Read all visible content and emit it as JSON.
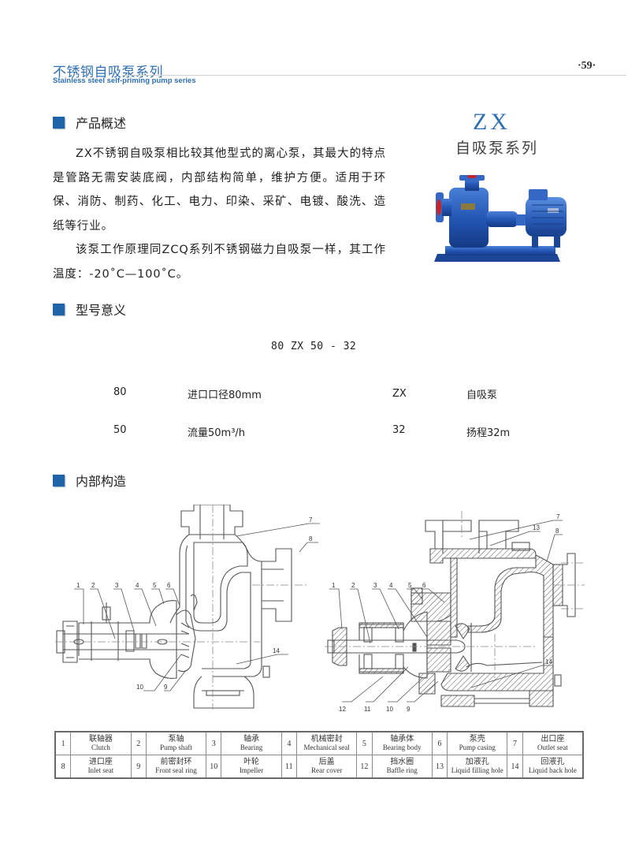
{
  "header": {
    "title_cn": "不锈钢自吸泵系列",
    "title_en": "Stainless steel self-priming pump series",
    "page_number": "·59·"
  },
  "overview": {
    "heading": "产品概述",
    "paragraphs": [
      "ZX不锈钢自吸泵相比较其他型式的离心泵，其最大的特点是管路无需安装底阀，内部结构简单，维护方便。适用于环保、消防、制药、化工、电力、印染、采矿、电镀、酸洗、造纸等行业。",
      "该泵工作原理同ZCQ系列不锈钢磁力自吸泵一样，其工作温度：-20˚C—100˚C。"
    ]
  },
  "product": {
    "code": "ZX",
    "series_name": "自吸泵系列",
    "image_alt": "blue-self-priming-pump-photo"
  },
  "model_meaning": {
    "heading": "型号意义",
    "model_code": "80 ZX 50 - 32",
    "items": [
      {
        "code": "80",
        "meaning": "进口口径80mm"
      },
      {
        "code": "ZX",
        "meaning": "自吸泵"
      },
      {
        "code": "50",
        "meaning": "流量50m³/h"
      },
      {
        "code": "32",
        "meaning": "扬程32m"
      }
    ]
  },
  "structure": {
    "heading": "内部构造",
    "diagram_left_labels": [
      "1",
      "2",
      "3",
      "4",
      "5",
      "6",
      "7",
      "8",
      "10",
      "9",
      "14"
    ],
    "diagram_right_labels": [
      "1",
      "2",
      "3",
      "4",
      "5",
      "6",
      "7",
      "13",
      "8",
      "12",
      "11",
      "10",
      "9",
      "14"
    ]
  },
  "parts_table": {
    "rows": [
      [
        {
          "no": "1",
          "cn": "联轴器",
          "en": "Clutch"
        },
        {
          "no": "2",
          "cn": "泵轴",
          "en": "Pump shaft"
        },
        {
          "no": "3",
          "cn": "轴承",
          "en": "Bearing"
        },
        {
          "no": "4",
          "cn": "机械密封",
          "en": "Mechanical seal"
        },
        {
          "no": "5",
          "cn": "轴承体",
          "en": "Bearing body"
        },
        {
          "no": "6",
          "cn": "泵壳",
          "en": "Pump casing"
        },
        {
          "no": "7",
          "cn": "出口座",
          "en": "Outlet seat"
        }
      ],
      [
        {
          "no": "8",
          "cn": "进口座",
          "en": "Inlet seat"
        },
        {
          "no": "9",
          "cn": "前密封环",
          "en": "Front seal ring"
        },
        {
          "no": "10",
          "cn": "叶轮",
          "en": "Impeller"
        },
        {
          "no": "11",
          "cn": "后盖",
          "en": "Rear cover"
        },
        {
          "no": "12",
          "cn": "挡水圈",
          "en": "Baffle ring"
        },
        {
          "no": "13",
          "cn": "加液孔",
          "en": "Liquid filling hole"
        },
        {
          "no": "14",
          "cn": "回液孔",
          "en": "Liquid back hole"
        }
      ]
    ]
  },
  "colors": {
    "accent_blue": "#2f6fb3",
    "heading_square": "#1f63a8",
    "pump_blue": "#2457b5"
  }
}
